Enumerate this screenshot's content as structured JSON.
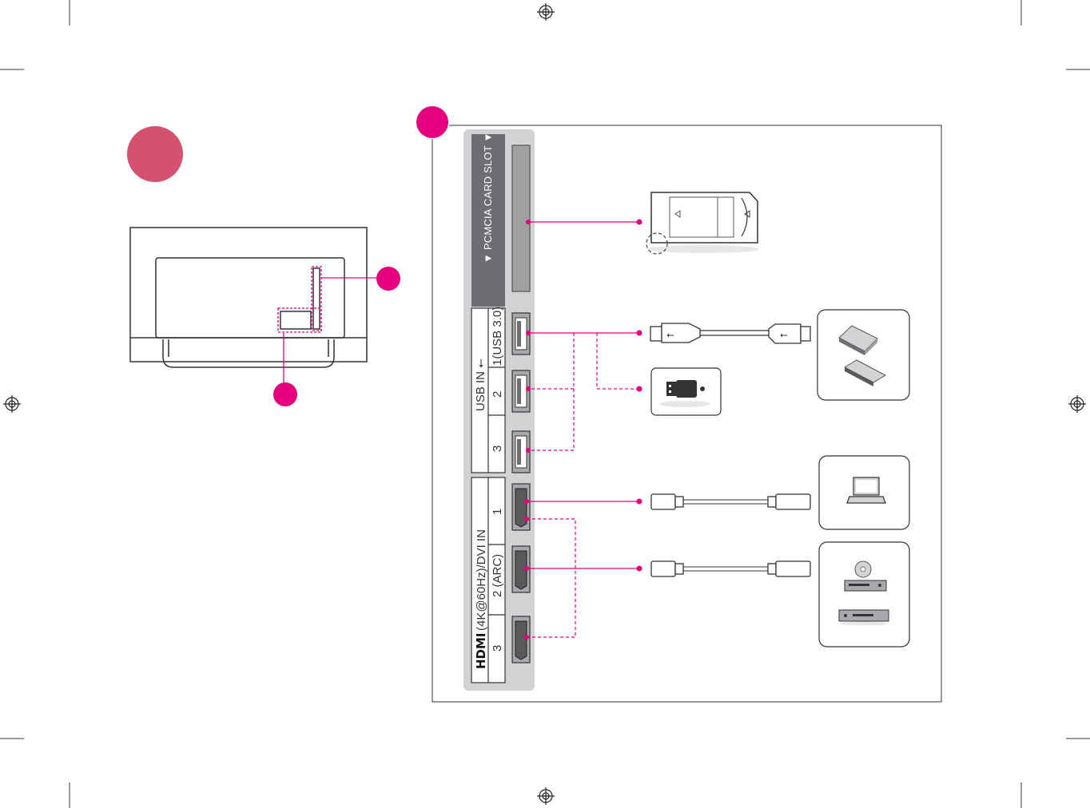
{
  "colors": {
    "accent": "#e5007e",
    "badge_rose": "#d4516f",
    "panel_dark": "#6d6e71",
    "panel_light": "#d0d2d3",
    "line": "#333333"
  },
  "panel": {
    "pcmcia_label": "▼ PCMCIA CARD SLOT ▼",
    "usb_group_label": "USB IN ⭠",
    "usb_ports": [
      "1(USB 3.0)",
      "2",
      "3"
    ],
    "hdmi_group_label": "(4K@60Hz)/DVI IN",
    "hdmi_logo": "HDMI",
    "hdmi_ports": [
      "1",
      "2 (ARC)",
      "3"
    ]
  },
  "icons": [
    "registration-mark-icon",
    "ci-module-card-icon",
    "usb-cable-icon",
    "usb-flash-drive-icon",
    "external-hdd-icon",
    "hdmi-cable-icon",
    "laptop-icon",
    "dvd-player-icon",
    "set-top-box-icon"
  ]
}
